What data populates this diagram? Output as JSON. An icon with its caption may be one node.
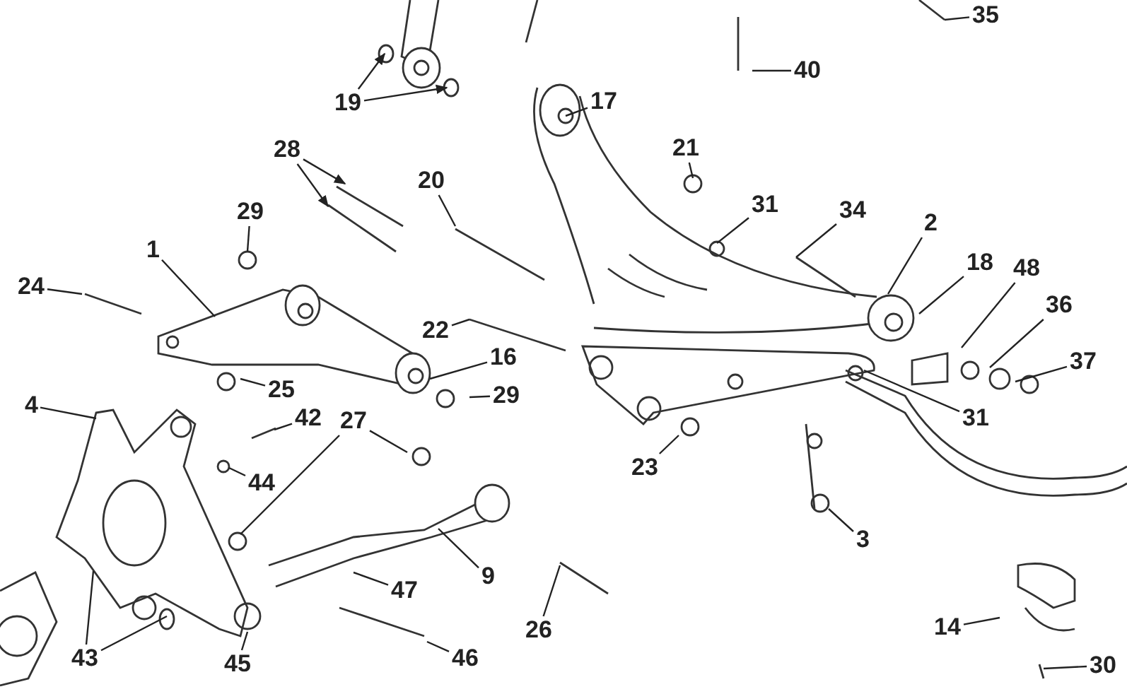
{
  "diagram": {
    "nodes": [
      {
        "text": [
          "35"
        ]
      },
      {
        "text": [
          "40"
        ]
      },
      {
        "text": [
          "19"
        ]
      },
      {
        "text": [
          "17"
        ]
      },
      {
        "text": [
          "21"
        ]
      },
      {
        "text": [
          "28"
        ]
      },
      {
        "text": [
          "29"
        ]
      },
      {
        "text": [
          "20"
        ]
      },
      {
        "text": [
          "31"
        ]
      },
      {
        "text": [
          "34"
        ]
      },
      {
        "text": [
          "2"
        ]
      },
      {
        "text": [
          "18"
        ]
      },
      {
        "text": [
          "48"
        ]
      },
      {
        "text": [
          "36"
        ]
      },
      {
        "text": [
          "37"
        ]
      },
      {
        "text": [
          "24"
        ]
      },
      {
        "text": [
          "1"
        ]
      },
      {
        "text": [
          "22"
        ]
      },
      {
        "text": [
          "16"
        ]
      },
      {
        "text": [
          "25"
        ]
      },
      {
        "text": [
          "29"
        ]
      },
      {
        "text": [
          "4"
        ]
      },
      {
        "text": [
          "42"
        ]
      },
      {
        "text": [
          "27"
        ]
      },
      {
        "text": [
          "44"
        ]
      },
      {
        "text": [
          "31"
        ]
      },
      {
        "text": [
          "23"
        ]
      },
      {
        "text": [
          "3"
        ]
      },
      {
        "text": [
          "43"
        ]
      },
      {
        "text": [
          "45"
        ]
      },
      {
        "text": [
          "47"
        ]
      },
      {
        "text": [
          "9"
        ]
      },
      {
        "text": [
          "26"
        ]
      },
      {
        "text": [
          "46"
        ]
      },
      {
        "text": [
          "14"
        ]
      },
      {
        "text": [
          "30"
        ]
      }
    ],
    "edges": [
      {
        "from": 0,
        "to": null,
        "arrow": "none"
      },
      {
        "from": 1,
        "to": null,
        "arrow": "none"
      },
      {
        "from": 2,
        "to": null,
        "arrow": "to"
      },
      {
        "from": 2,
        "to": null,
        "arrow": "to"
      },
      {
        "from": 3,
        "to": null,
        "arrow": "none"
      },
      {
        "from": 4,
        "to": null,
        "arrow": "none"
      },
      {
        "from": 5,
        "to": null,
        "arrow": "to"
      },
      {
        "from": 5,
        "to": null,
        "arrow": "to"
      },
      {
        "from": 6,
        "to": null,
        "arrow": "none"
      },
      {
        "from": 7,
        "to": null,
        "arrow": "none"
      },
      {
        "from": 8,
        "to": null,
        "arrow": "none"
      },
      {
        "from": 9,
        "to": null,
        "arrow": "none"
      },
      {
        "from": 10,
        "to": null,
        "arrow": "none"
      },
      {
        "from": 11,
        "to": null,
        "arrow": "none"
      },
      {
        "from": 12,
        "to": null,
        "arrow": "none"
      },
      {
        "from": 13,
        "to": null,
        "arrow": "none"
      },
      {
        "from": 14,
        "to": null,
        "arrow": "none"
      },
      {
        "from": 15,
        "to": null,
        "arrow": "none"
      },
      {
        "from": 16,
        "to": null,
        "arrow": "none"
      },
      {
        "from": 17,
        "to": null,
        "arrow": "none"
      },
      {
        "from": 18,
        "to": null,
        "arrow": "none"
      },
      {
        "from": 19,
        "to": null,
        "arrow": "none"
      },
      {
        "from": 20,
        "to": null,
        "arrow": "none"
      },
      {
        "from": 21,
        "to": null,
        "arrow": "none"
      },
      {
        "from": 22,
        "to": null,
        "arrow": "none"
      },
      {
        "from": 23,
        "to": null,
        "arrow": "none"
      },
      {
        "from": 23,
        "to": null,
        "arrow": "none"
      },
      {
        "from": 24,
        "to": null,
        "arrow": "none"
      },
      {
        "from": 25,
        "to": null,
        "arrow": "none"
      },
      {
        "from": 26,
        "to": null,
        "arrow": "none"
      },
      {
        "from": 27,
        "to": null,
        "arrow": "none"
      },
      {
        "from": 28,
        "to": null,
        "arrow": "none"
      },
      {
        "from": 28,
        "to": null,
        "arrow": "none"
      },
      {
        "from": 29,
        "to": null,
        "arrow": "none"
      },
      {
        "from": 30,
        "to": null,
        "arrow": "none"
      },
      {
        "from": 31,
        "to": null,
        "arrow": "none"
      },
      {
        "from": 32,
        "to": null,
        "arrow": "none"
      },
      {
        "from": 33,
        "to": null,
        "arrow": "none"
      },
      {
        "from": 34,
        "to": null,
        "arrow": "none"
      },
      {
        "from": 35,
        "to": null,
        "arrow": "none"
      }
    ]
  }
}
